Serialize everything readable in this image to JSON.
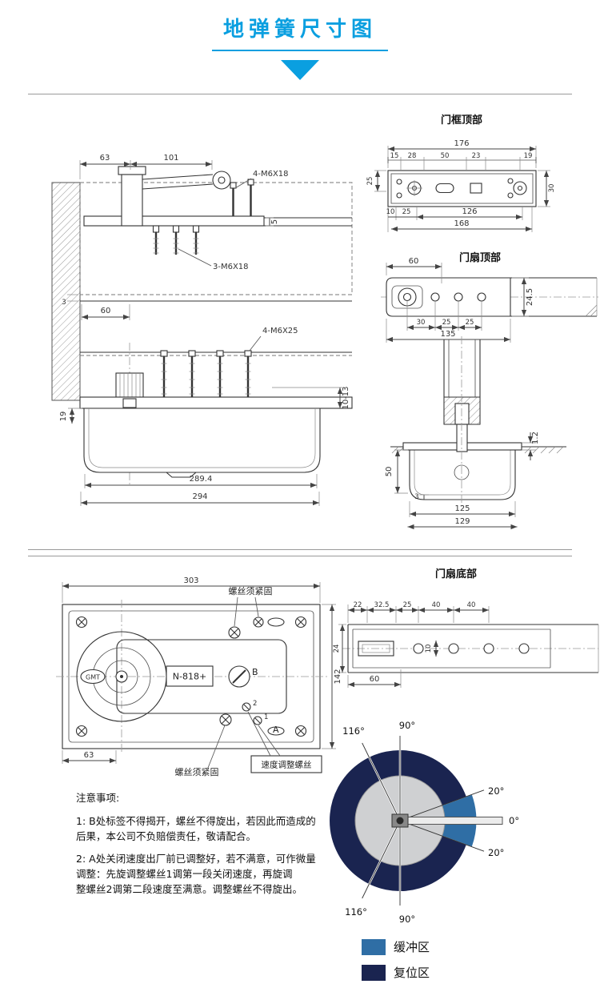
{
  "theme": {
    "accent": "#0a9fe0",
    "buffer_color": "#2f6ea5",
    "reset_color": "#1a2450"
  },
  "header": {
    "title": "地弹簧尺寸图"
  },
  "panel1": {
    "side_view": {
      "d63": "63",
      "d101": "101",
      "b4m6x18": "4-M6X18",
      "d5": "5",
      "b3m6x18": "3-M6X18",
      "d3": "3",
      "d60": "60",
      "b4m6x25": "4-M6X25",
      "d10_13": "10-13",
      "d19": "19",
      "d289_4": "289.4",
      "d294": "294"
    },
    "frame_top": {
      "title": "门框顶部",
      "d176": "176",
      "d15": "15",
      "d28": "28",
      "d50": "50",
      "d23": "23",
      "d19": "19",
      "d25l": "25",
      "d30r": "30",
      "d10": "10",
      "d25b": "25",
      "d126": "126",
      "d168": "168"
    },
    "leaf_top": {
      "title": "门扇顶部",
      "d60": "60",
      "d24_5": "24.5",
      "d30": "30",
      "d25a": "25",
      "d25b": "25",
      "d135": "135"
    },
    "pivot": {
      "d1_2": "1.2",
      "d50": "50",
      "d3": "3",
      "d125": "125",
      "d129": "129"
    }
  },
  "panel2": {
    "body": {
      "brand": "GMT",
      "model": "N-818+",
      "label_b": "B",
      "label_a": "A",
      "n1": "1",
      "n2": "2",
      "screw_note_top": "螺丝须紧固",
      "screw_note_bottom": "螺丝须紧固",
      "speed_screw": "速度调整螺丝",
      "d303": "303",
      "d142": "142",
      "d63": "63"
    },
    "leaf_bottom": {
      "title": "门扇底部",
      "d22": "22",
      "d32_5": "32.5",
      "d25": "25",
      "d40a": "40",
      "d40b": "40",
      "d24": "24",
      "d10": "10",
      "d60": "60"
    },
    "angles": {
      "a116_top": "116°",
      "a90_top": "90°",
      "a20_up": "20°",
      "a0": "0°",
      "a20_down": "20°",
      "a116_bottom": "116°",
      "a90_bottom": "90°"
    },
    "notes": {
      "heading": "注意事项:",
      "note1": "1: B处标签不得揭开，螺丝不得旋出，若因此而造成的\n    后果，本公司不负赔偿责任，敬请配合。",
      "note2": "2: A处关闭速度出厂前已调整好，若不满意，可作微量\n    调整：先旋调整螺丝1调第一段关闭速度，再旋调\n    整螺丝2调第二段速度至满意。调整螺丝不得旋出。"
    },
    "legend": [
      {
        "label": "缓冲区",
        "color": "#2f6ea5"
      },
      {
        "label": "复位区",
        "color": "#1a2450"
      }
    ]
  }
}
